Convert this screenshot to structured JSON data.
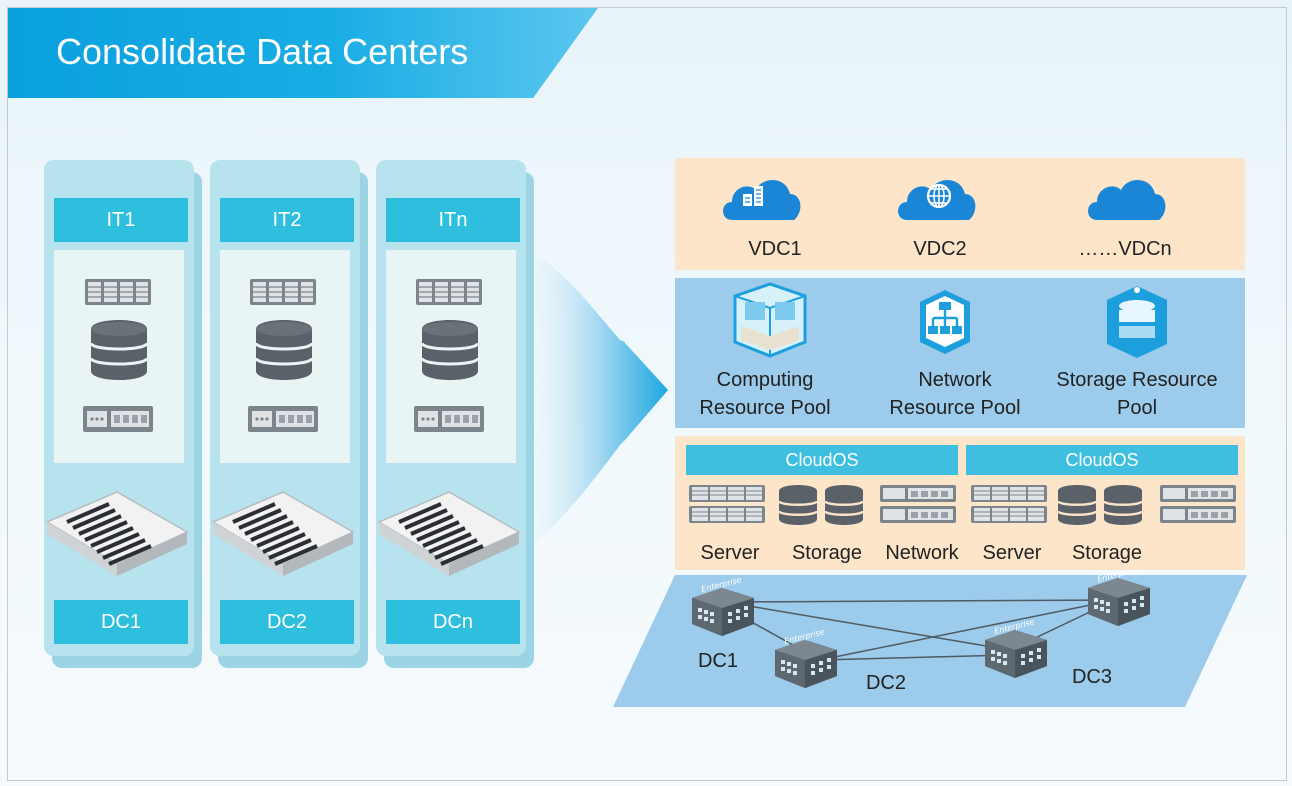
{
  "title": "Consolidate Data Centers",
  "columns": [
    {
      "it_label": "IT1",
      "dc_label": "DC1"
    },
    {
      "it_label": "IT2",
      "dc_label": "DC2"
    },
    {
      "it_label": "ITn",
      "dc_label": "DCn"
    }
  ],
  "vdc": [
    "VDC1",
    "VDC2",
    "……VDCn"
  ],
  "pools": {
    "computing": [
      "Computing",
      "Resource Pool"
    ],
    "network": [
      "Network",
      "Resource Pool"
    ],
    "storage": [
      "Storage Resource",
      "Pool"
    ]
  },
  "cloudos": [
    "CloudOS",
    "CloudOS"
  ],
  "resources": [
    "Server",
    "Storage",
    "Network",
    "Server",
    "Storage"
  ],
  "enterprise_label": "Enterprise",
  "sites": [
    "DC1",
    "DC2",
    "DC3"
  ],
  "colors": {
    "accent": "#0aa0de",
    "label_bar": "#2ebfdf",
    "vdc_band": "#fce5c8",
    "pool_band": "#9ccbeb",
    "resource_band": "#fce5c8",
    "network_plane": "#9ccbeb"
  }
}
